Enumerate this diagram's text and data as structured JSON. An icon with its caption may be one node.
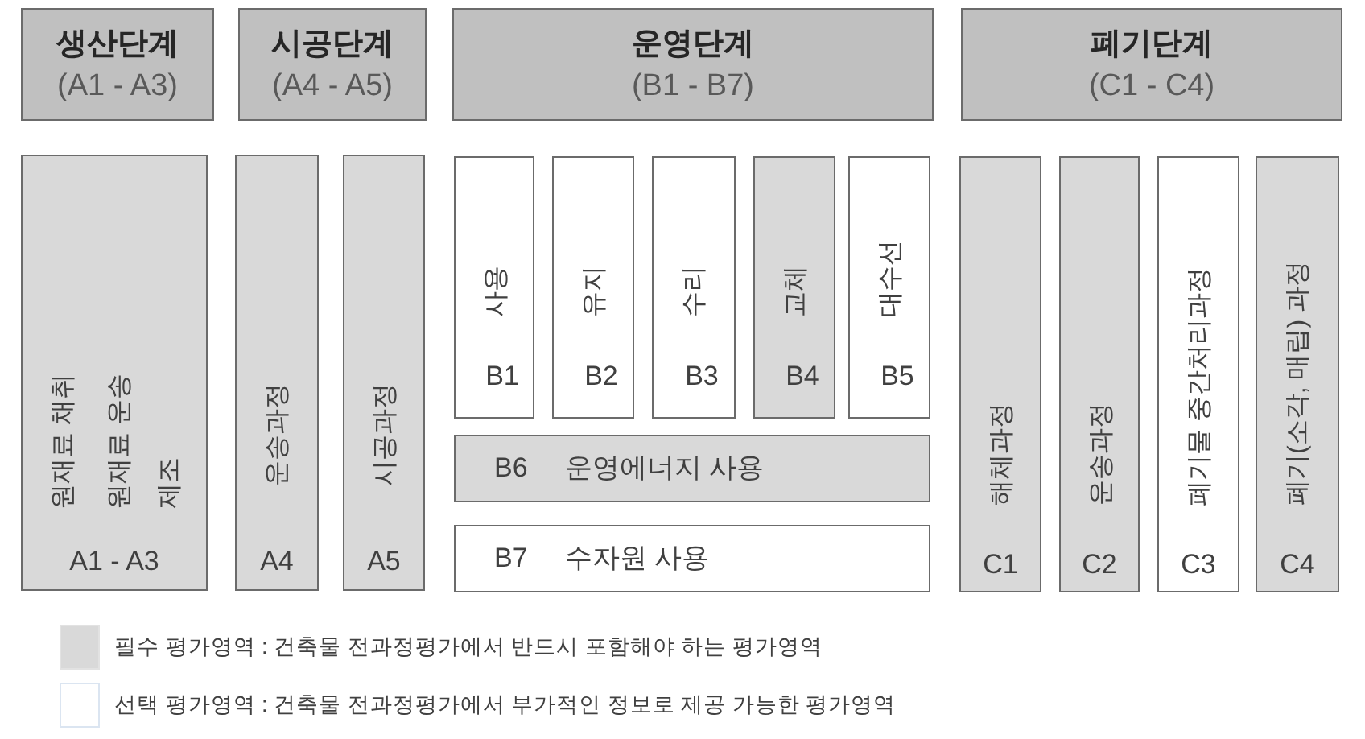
{
  "diagram": {
    "nodes": [
      {
        "text": [
          "생산단계",
          "(A1 - A3)"
        ]
      },
      {
        "text": [
          "시공단계",
          "(A4 - A5)"
        ]
      },
      {
        "text": [
          "운영단계",
          "(B1 - B7)"
        ]
      },
      {
        "text": [
          "폐기단계",
          "(C1 - C4)"
        ]
      },
      {
        "text": [
          "원재료 채취",
          "원재료 운송",
          "제조",
          "A1 - A3"
        ]
      },
      {
        "text": [
          "운송과정",
          "A4"
        ]
      },
      {
        "text": [
          "시공과정",
          "A5"
        ]
      },
      {
        "text": [
          "사용",
          "B1"
        ]
      },
      {
        "text": [
          "유지",
          "B2"
        ]
      },
      {
        "text": [
          "수리",
          "B3"
        ]
      },
      {
        "text": [
          "교체",
          "B4"
        ]
      },
      {
        "text": [
          "대수선",
          "B5"
        ]
      },
      {
        "text": [
          "B6",
          "운영에너지 사용"
        ]
      },
      {
        "text": [
          "B7",
          "수자원 사용"
        ]
      },
      {
        "text": [
          "해체과정",
          "C1"
        ]
      },
      {
        "text": [
          "운송과정",
          "C2"
        ]
      },
      {
        "text": [
          "폐기물 중간처리과정",
          "C3"
        ]
      },
      {
        "text": [
          "폐기(소각, 매립) 과정",
          "C4"
        ]
      }
    ],
    "legend": [
      {
        "text": "필수 평가영역 : 건축물 전과정평가에서 반드시 포함해야 하는 평가영역",
        "color": "#d9d9d9"
      },
      {
        "text": "선택 평가영역 : 건축물 전과정평가에서 부가적인 정보로 제공 가능한 평가영역",
        "color": "#ffffff"
      }
    ]
  }
}
